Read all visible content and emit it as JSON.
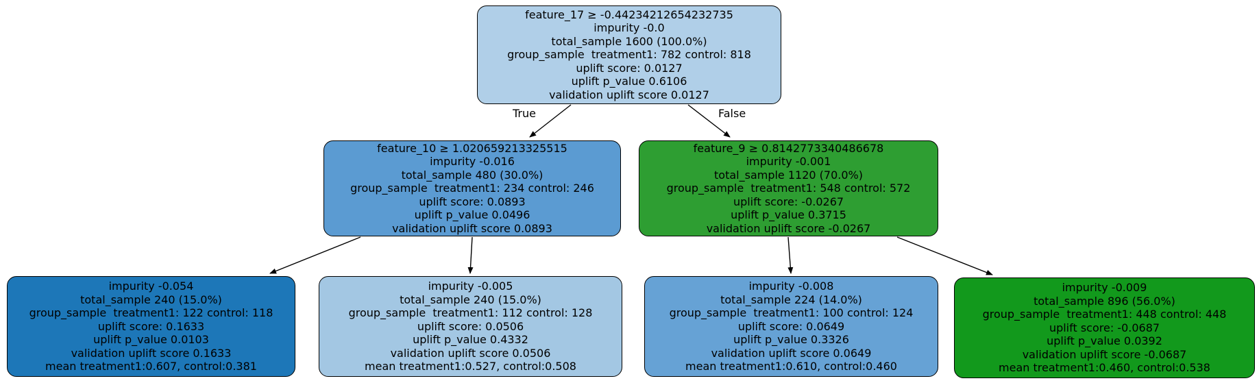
{
  "diagram": {
    "type": "uplift-decision-tree",
    "edge_labels": {
      "true_label": "True",
      "false_label": "False"
    },
    "colors": {
      "root_fill": "#b0cfe8",
      "left_child_fill": "#5b9bd2",
      "right_child_fill": "#2e9e32",
      "leaf_1_fill": "#1d77b8",
      "leaf_2_fill": "#a3c7e3",
      "leaf_3_fill": "#66a2d5",
      "leaf_4_fill": "#12991c",
      "border": "#000000",
      "text": "#000000"
    },
    "nodes": {
      "root": {
        "lines": [
          "feature_17 ≥ -0.44234212654232735",
          "impurity -0.0",
          "total_sample 1600 (100.0%)",
          "group_sample  treatment1: 782 control: 818",
          "uplift score: 0.0127",
          "uplift p_value 0.6106",
          "validation uplift score 0.0127"
        ]
      },
      "left_child": {
        "lines": [
          "feature_10 ≥ 1.020659213325515",
          "impurity -0.016",
          "total_sample 480 (30.0%)",
          "group_sample  treatment1: 234 control: 246",
          "uplift score: 0.0893",
          "uplift p_value 0.0496",
          "validation uplift score 0.0893"
        ]
      },
      "right_child": {
        "lines": [
          "feature_9 ≥ 0.8142773340486678",
          "impurity -0.001",
          "total_sample 1120 (70.0%)",
          "group_sample  treatment1: 548 control: 572",
          "uplift score: -0.0267",
          "uplift p_value 0.3715",
          "validation uplift score -0.0267"
        ]
      },
      "leaf_1": {
        "lines": [
          "impurity -0.054",
          "total_sample 240 (15.0%)",
          "group_sample  treatment1: 122 control: 118",
          "uplift score: 0.1633",
          "uplift p_value 0.0103",
          "validation uplift score 0.1633",
          "mean treatment1:0.607, control:0.381"
        ]
      },
      "leaf_2": {
        "lines": [
          "impurity -0.005",
          "total_sample 240 (15.0%)",
          "group_sample  treatment1: 112 control: 128",
          "uplift score: 0.0506",
          "uplift p_value 0.4332",
          "validation uplift score 0.0506",
          "mean treatment1:0.527, control:0.508"
        ]
      },
      "leaf_3": {
        "lines": [
          "impurity -0.008",
          "total_sample 224 (14.0%)",
          "group_sample  treatment1: 100 control: 124",
          "uplift score: 0.0649",
          "uplift p_value 0.3326",
          "validation uplift score 0.0649",
          "mean treatment1:0.610, control:0.460"
        ]
      },
      "leaf_4": {
        "lines": [
          "impurity -0.009",
          "total_sample 896 (56.0%)",
          "group_sample  treatment1: 448 control: 448",
          "uplift score: -0.0687",
          "uplift p_value 0.0392",
          "validation uplift score -0.0687",
          "mean treatment1:0.460, control:0.538"
        ]
      }
    }
  }
}
